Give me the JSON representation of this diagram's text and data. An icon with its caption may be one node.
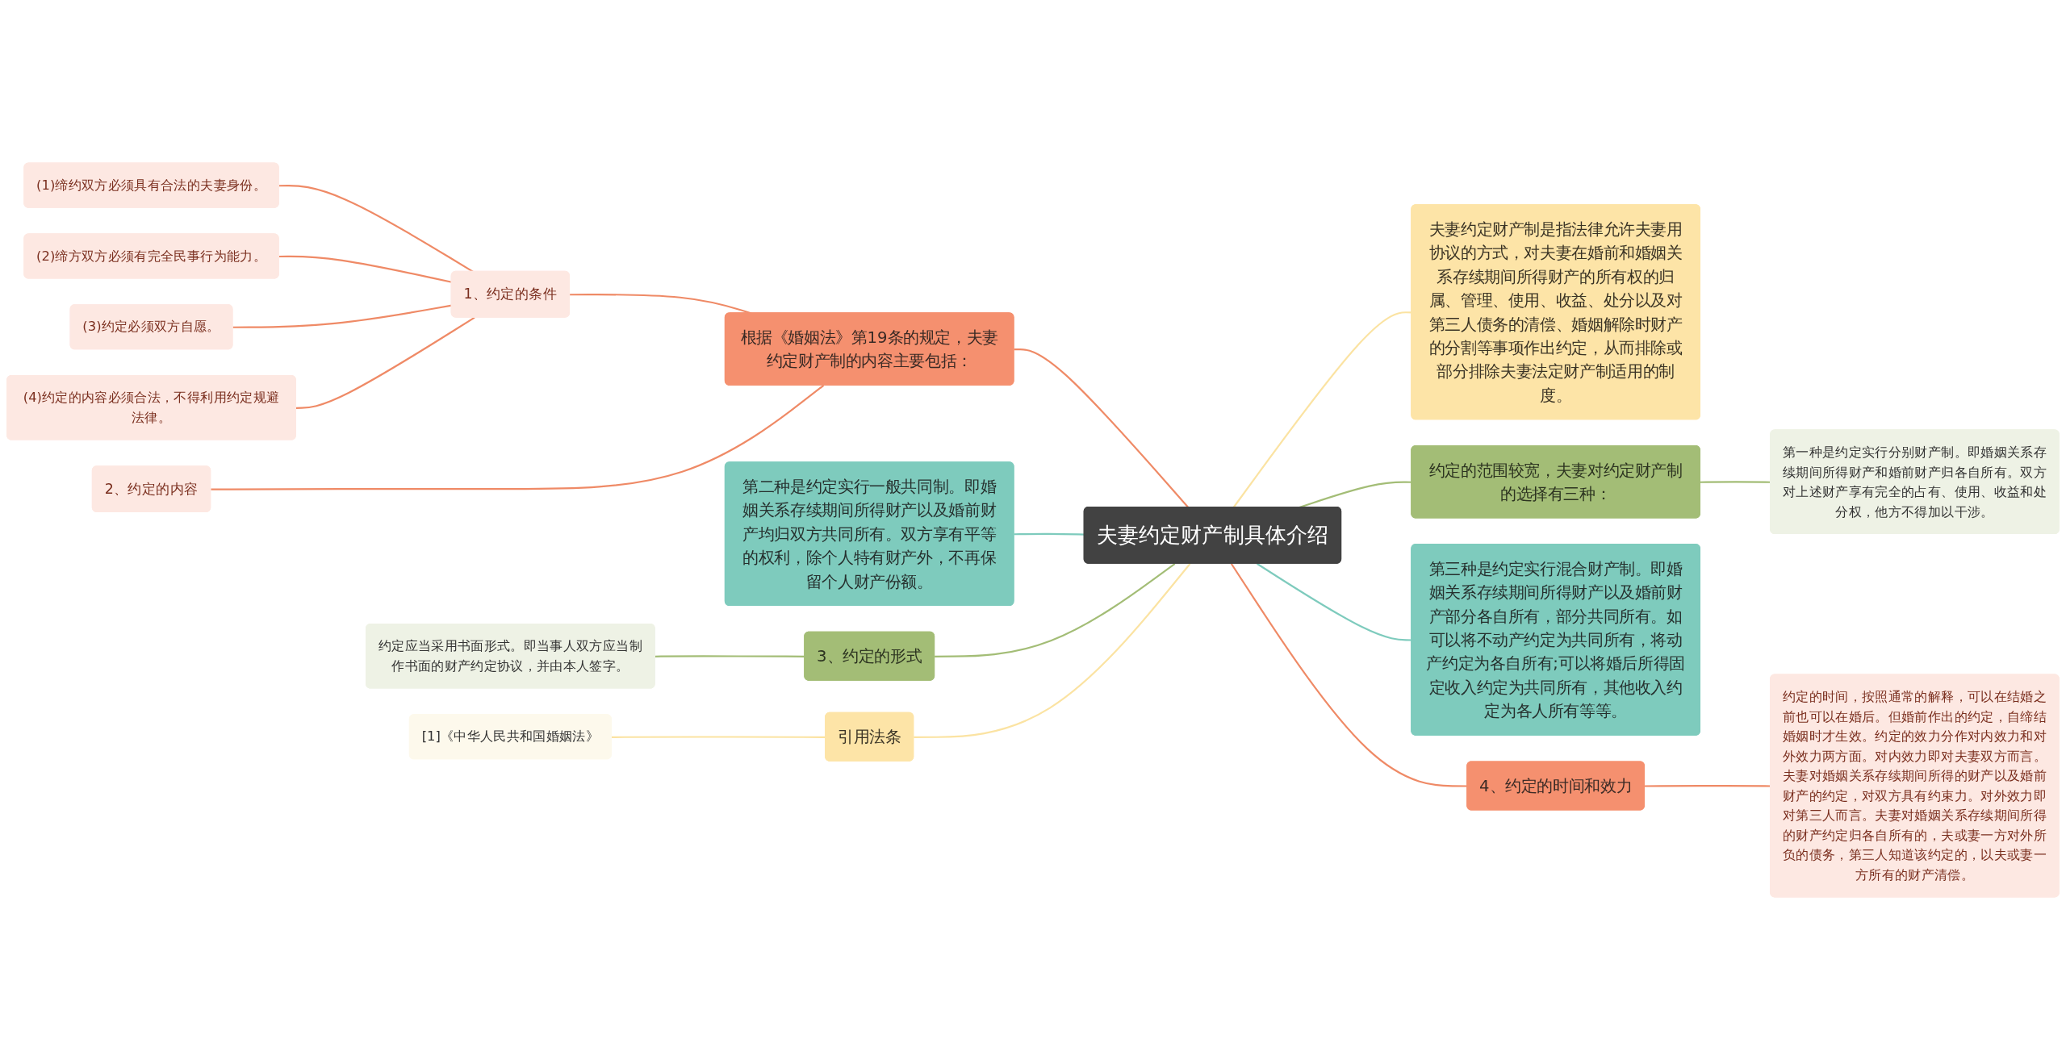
{
  "diagram": {
    "nodes": [
      {
        "text": [
          "夫妻约定财产制具体介绍"
        ]
      },
      {
        "text": [
          "根据《婚姻法》第19条的规定，夫妻约定财产制的内容主要包括："
        ]
      },
      {
        "text": [
          "1、约定的条件"
        ]
      },
      {
        "text": [
          "(1)缔约双方必须具有合法的夫妻身份。"
        ]
      },
      {
        "text": [
          "(2)缔方双方必须有完全民事行为能力。"
        ]
      },
      {
        "text": [
          "(3)约定必须双方自愿。"
        ]
      },
      {
        "text": [
          "(4)约定的内容必须合法，不得利用约定规避法律。"
        ]
      },
      {
        "text": [
          "2、约定的内容"
        ]
      },
      {
        "text": [
          "第二种是约定实行一般共同制。即婚姻关系存续期间所得财产以及婚前财产均归双方共同所有。双方享有平等的权利，除个人特有财产外，不再保留个人财产份额。"
        ]
      },
      {
        "text": [
          "3、约定的形式"
        ]
      },
      {
        "text": [
          "约定应当采用书面形式。即当事人双方应当制作书面的财产约定协议，并由本人签字。"
        ]
      },
      {
        "text": [
          "引用法条"
        ]
      },
      {
        "text": [
          "[1]《中华人民共和国婚姻法》"
        ]
      },
      {
        "text": [
          "夫妻约定财产制是指法律允许夫妻用协议的方式，对夫妻在婚前和婚姻关系存续期间所得财产的所有权的归属、管理、使用、收益、处分以及对第三人债务的清偿、婚姻解除时财产的分割等事项作出约定，从而排除或部分排除夫妻法定财产制适用的制度。"
        ]
      },
      {
        "text": [
          "约定的范围较宽，夫妻对约定财产制的选择有三种："
        ]
      },
      {
        "text": [
          "第一种是约定实行分别财产制。即婚姻关系存续期间所得财产和婚前财产归各自所有。双方对上述财产享有完全的占有、使用、收益和处分权，他方不得加以干涉。"
        ]
      },
      {
        "text": [
          "第三种是约定实行混合财产制。即婚姻关系存续期间所得财产以及婚前财产部分各自所有，部分共同所有。如可以将不动产约定为共同所有，将动产约定为各自所有;可以将婚后所得固定收入约定为共同所有，其他收入约定为各人所有等等。"
        ]
      },
      {
        "text": [
          "4、约定的时间和效力"
        ]
      },
      {
        "text": [
          "约定的时间，按照通常的解释，可以在结婚之前也可以在婚后。但婚前作出的约定，自缔结婚姻时才生效。约定的效力分作对内效力和对外效力两方面。对内效力即对夫妻双方而言。夫妻对婚姻关系存续期间所得的财产以及婚前财产的约定，对双方具有约束力。对外效力即对第三人而言。夫妻对婚姻关系存续期间所得的财产约定归各自所有的，夫或妻一方对外所负的债务，第三人知道该约定的，以夫或妻一方所有的财产清偿。"
        ]
      }
    ],
    "edges": [
      {
        "from": 0,
        "to": 1,
        "arrow": "none"
      },
      {
        "from": 1,
        "to": 2,
        "arrow": "none"
      },
      {
        "from": 2,
        "to": 3,
        "arrow": "none"
      },
      {
        "from": 2,
        "to": 4,
        "arrow": "none"
      },
      {
        "from": 2,
        "to": 5,
        "arrow": "none"
      },
      {
        "from": 2,
        "to": 6,
        "arrow": "none"
      },
      {
        "from": 1,
        "to": 7,
        "arrow": "none"
      },
      {
        "from": 0,
        "to": 8,
        "arrow": "none",
        "color": "#7ecbbd"
      },
      {
        "from": 0,
        "to": 9,
        "arrow": "none",
        "color": "#a3bd76"
      },
      {
        "from": 9,
        "to": 10,
        "arrow": "none",
        "color": "#a3bd76"
      },
      {
        "from": 0,
        "to": 11,
        "arrow": "none",
        "color": "#fbe3a2"
      },
      {
        "from": 11,
        "to": 12,
        "arrow": "none",
        "color": "#fbe3a2"
      },
      {
        "from": 0,
        "to": 13,
        "arrow": "none",
        "color": "#fbe3a2"
      },
      {
        "from": 0,
        "to": 14,
        "arrow": "none",
        "color": "#a3bd76"
      },
      {
        "from": 14,
        "to": 15,
        "arrow": "none",
        "color": "#a3bd76"
      },
      {
        "from": 0,
        "to": 16,
        "arrow": "none",
        "color": "#7ecbbd"
      },
      {
        "from": 0,
        "to": 17,
        "arrow": "none"
      },
      {
        "from": 17,
        "to": 18,
        "arrow": "none"
      }
    ]
  }
}
